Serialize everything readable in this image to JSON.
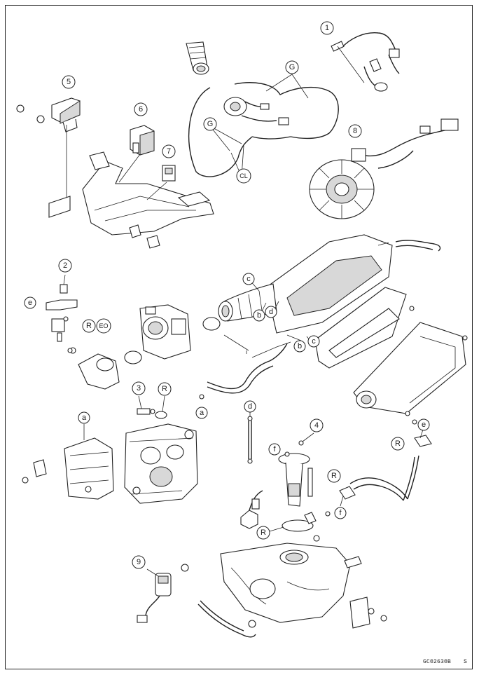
{
  "figure_code": "GC02630B",
  "figure_suffix": "S",
  "callouts": {
    "c1": "1",
    "c2": "2",
    "c3": "3",
    "c4": "4",
    "c5": "5",
    "c6": "6",
    "c7": "7",
    "c8": "8",
    "c9": "9"
  },
  "letters": {
    "G": "G",
    "CL": "CL",
    "R": "R",
    "EO": "EO",
    "a": "a",
    "b": "b",
    "c": "c",
    "d": "d",
    "e": "e",
    "f": "f"
  },
  "colors": {
    "line": "#222222",
    "background": "#ffffff",
    "shade": "#d8d8d8"
  }
}
